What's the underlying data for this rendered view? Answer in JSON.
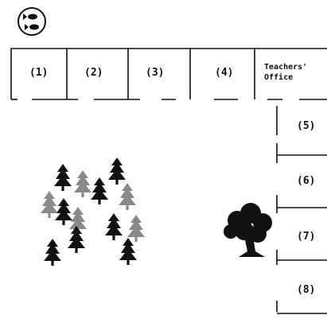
{
  "map": {
    "top_rooms": [
      {
        "label": "(1)"
      },
      {
        "label": "(2)"
      },
      {
        "label": "(3)"
      },
      {
        "label": "(4)"
      }
    ],
    "office": {
      "line1": "Teachers'",
      "line2": "Office"
    },
    "side_rooms": [
      {
        "label": "(5)"
      },
      {
        "label": "(6)"
      },
      {
        "label": "(7)"
      },
      {
        "label": "(8)"
      }
    ],
    "icons": [
      "fish-pond-icon",
      "forest-icon",
      "tree-icon"
    ],
    "colors": {
      "line": "#111111",
      "dark_tree": "#111111",
      "light_tree": "#8a8a8a"
    }
  }
}
